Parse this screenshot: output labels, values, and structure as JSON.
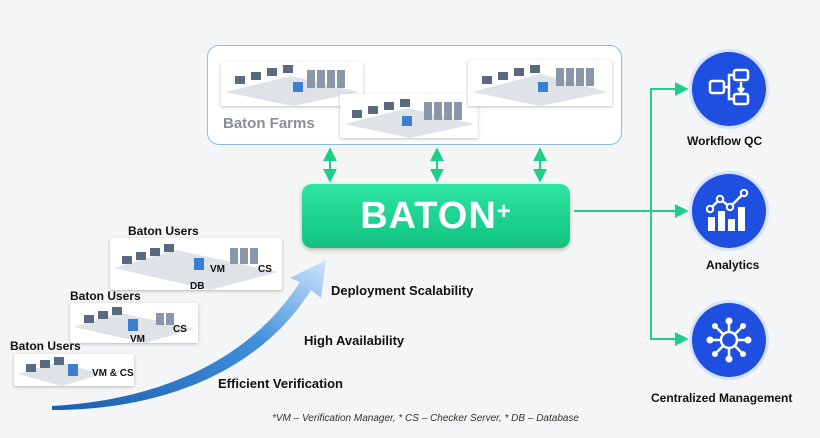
{
  "farms": {
    "label": "Baton Farms"
  },
  "main": {
    "title": "BATON",
    "superscript": "+"
  },
  "users": [
    {
      "label": "Baton Users",
      "tags": [
        "VM",
        "CS",
        "DB"
      ]
    },
    {
      "label": "Baton Users",
      "tags": [
        "CS",
        "VM"
      ]
    },
    {
      "label": "Baton Users",
      "tags": [
        "VM & CS"
      ]
    }
  ],
  "features": [
    "Deployment Scalability",
    "High Availability",
    "Efficient Verification"
  ],
  "outputs": [
    {
      "label": "Workflow QC",
      "icon": "workflow-icon"
    },
    {
      "label": "Analytics",
      "icon": "analytics-icon"
    },
    {
      "label": "Centralized Management",
      "icon": "hub-icon"
    }
  ],
  "footnote": "*VM – Verification Manager, * CS – Checker Server, * DB – Database",
  "colors": {
    "accent_green": "#1ecf8a",
    "icon_blue": "#1f4fe0",
    "arrow_blue": "#1d6fc4",
    "farm_border": "#8eb8e0"
  }
}
